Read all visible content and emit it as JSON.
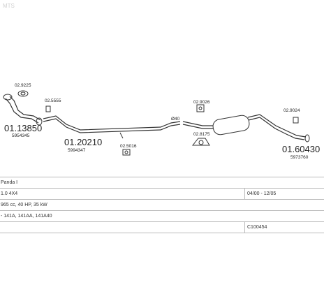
{
  "logo": "MTS",
  "parts": [
    {
      "id": "p1",
      "number": "01.13850",
      "oem": "5954345"
    },
    {
      "id": "p2",
      "number": "01.20210",
      "oem": "5994347"
    },
    {
      "id": "p3",
      "number": "01.60430",
      "oem": "5973760"
    }
  ],
  "refs": {
    "r1": "02.9225",
    "r2": "02.5555",
    "r3": "02.5016",
    "r4": "02.9026",
    "r5": "02.8175",
    "r6": "02.9024",
    "dim": "Ø40"
  },
  "info": {
    "rows": [
      {
        "left": "Panda I",
        "right": ""
      },
      {
        "left": "1.0 4X4",
        "right": "04/00 - 12/05"
      },
      {
        "left": "965 cc, 40 HP, 35 kW",
        "right": ""
      },
      {
        "left": "- 141A, 141AA, 141A40",
        "right": ""
      },
      {
        "left": "",
        "right": "C100454"
      }
    ]
  }
}
